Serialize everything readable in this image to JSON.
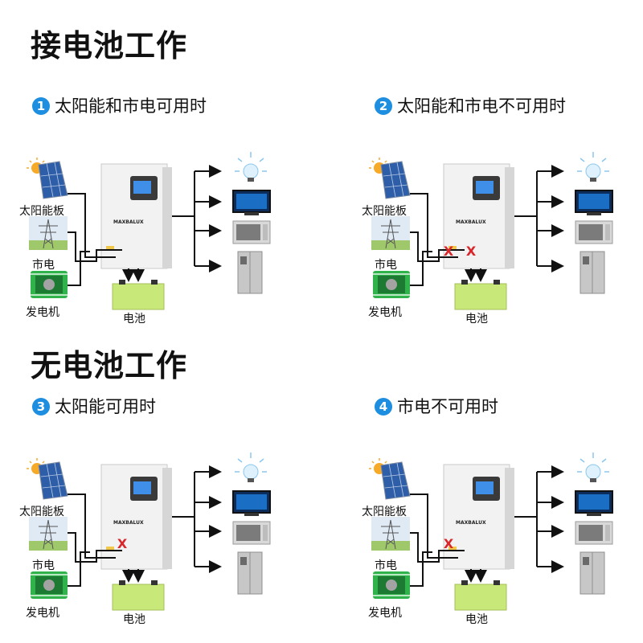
{
  "sections": [
    {
      "title": "接电池工作"
    },
    {
      "title": "无电池工作"
    }
  ],
  "scenarios": [
    {
      "num": "1",
      "title": "太阳能和市电可用时",
      "xmarks": []
    },
    {
      "num": "2",
      "title": "太阳能和市电不可用时",
      "xmarks": [
        "X",
        "X"
      ]
    },
    {
      "num": "3",
      "title": "太阳能可用时",
      "xmarks": [
        "X"
      ]
    },
    {
      "num": "4",
      "title": "市电不可用时",
      "xmarks": [
        "X"
      ]
    }
  ],
  "labels": {
    "solar_panel": "太阳能板",
    "grid": "市电",
    "generator": "发电机",
    "battery": "电池"
  },
  "inverter_brand": "MAXBALUX",
  "colors": {
    "wire": "#111111",
    "x_mark": "#d8262a",
    "badge": "#1e8fe0",
    "battery": "#c9e87a",
    "generator": "#2fb34a"
  }
}
